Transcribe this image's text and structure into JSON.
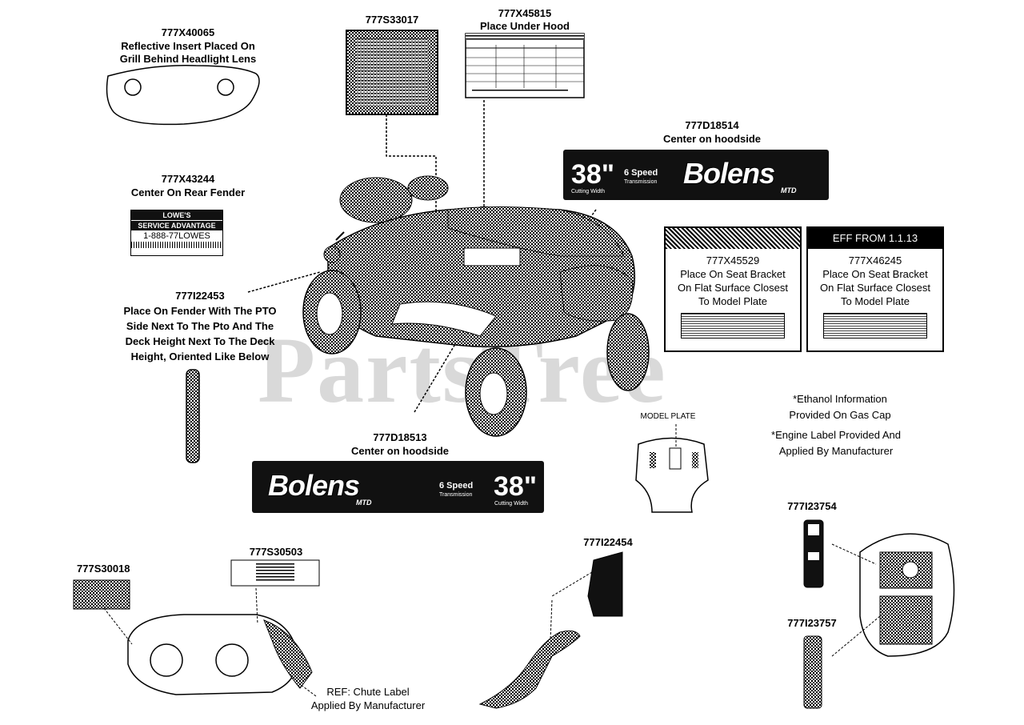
{
  "labels": {
    "p40065_num": "777X40065",
    "p40065_l1": "Reflective Insert Placed On",
    "p40065_l2": "Grill Behind Headlight Lens",
    "p33017_num": "777S33017",
    "p45815_num": "777X45815",
    "p45815_l1": "Place Under Hood",
    "p18514_num": "777D18514",
    "p18514_l1": "Center on hoodside",
    "p43244_num": "777X43244",
    "p43244_l1": "Center On Rear Fender",
    "p22453_num": "777I22453",
    "p22453_l1": "Place On Fender With The PTO",
    "p22453_l2": "Side Next To The Pto And The",
    "p22453_l3": "Deck Height Next To The Deck",
    "p22453_l4": "Height, Oriented Like Below",
    "p18513_num": "777D18513",
    "p18513_l1": "Center on hoodside",
    "p30018_num": "777S30018",
    "p30503_num": "777S30503",
    "p22454_num": "777I22454",
    "p23754_num": "777I23754",
    "p23757_num": "777I23757",
    "ref_l1": "REF: Chute Label",
    "ref_l2": "Applied By Manufacturer",
    "eth_l1": "*Ethanol Information",
    "eth_l2": "Provided On Gas Cap",
    "eng_l1": "*Engine Label Provided And",
    "eng_l2": "Applied By Manufacturer",
    "model_plate": "MODEL PLATE",
    "watermark": "PartsTree"
  },
  "box_45529": {
    "num": "777X45529",
    "l1": "Place On Seat Bracket",
    "l2": "On Flat Surface Closest",
    "l3": "To Model Plate"
  },
  "box_46245": {
    "header": "EFF FROM 1.1.13",
    "num": "777X46245",
    "l1": "Place On Seat Bracket",
    "l2": "On Flat Surface Closest",
    "l3": "To Model Plate"
  },
  "decal_top": {
    "size": "38\"",
    "size_sub": "Cutting Width",
    "speed": "6 Speed",
    "speed_sub": "Transmission",
    "brand": "Bolens",
    "maker": "MTD"
  },
  "decal_bottom": {
    "size": "38\"",
    "size_sub": "Cutting Width",
    "speed": "6 Speed",
    "speed_sub": "Transmission",
    "brand": "Bolens",
    "maker": "MTD"
  },
  "lowes_decal": {
    "r1": "LOWE'S",
    "r2": "SERVICE ADVANTAGE",
    "r3": "1-888-77LOWES"
  },
  "colors": {
    "ink": "#000000",
    "paper": "#ffffff",
    "watermark": "#d9d9d9"
  }
}
